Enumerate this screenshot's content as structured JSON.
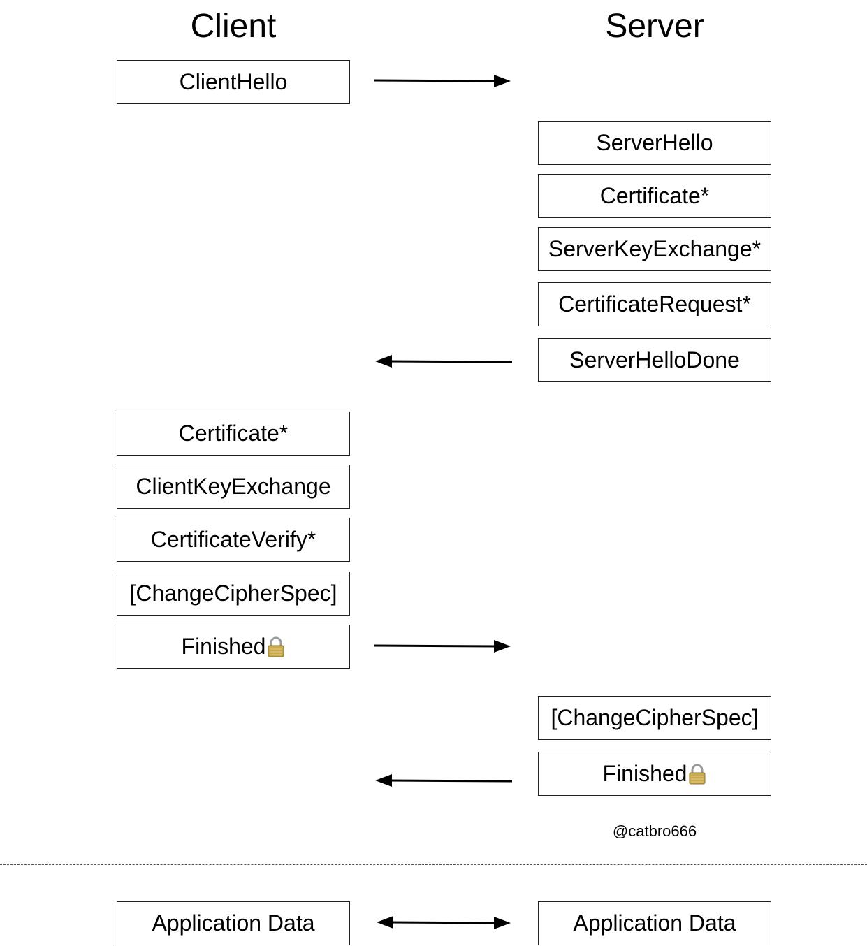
{
  "headers": {
    "client": "Client",
    "server": "Server"
  },
  "client": {
    "client_hello": "ClientHello",
    "certificate": "Certificate*",
    "client_key_exchange": "ClientKeyExchange",
    "certificate_verify": "CertificateVerify*",
    "change_cipher_spec": "[ChangeCipherSpec]",
    "finished": "Finished",
    "application_data": "Application Data"
  },
  "server": {
    "server_hello": "ServerHello",
    "certificate": "Certificate*",
    "server_key_exchange": "ServerKeyExchange*",
    "certificate_request": "CertificateRequest*",
    "server_hello_done": "ServerHelloDone",
    "change_cipher_spec": "[ChangeCipherSpec]",
    "finished": "Finished",
    "application_data": "Application Data"
  },
  "signature": "@catbro666",
  "icons": {
    "finished_marker": "lock-icon"
  },
  "colors": {
    "line": "#000000",
    "box_border": "#222222",
    "lock_body": "#c8a94e",
    "lock_shackle": "#9a9a9a"
  }
}
